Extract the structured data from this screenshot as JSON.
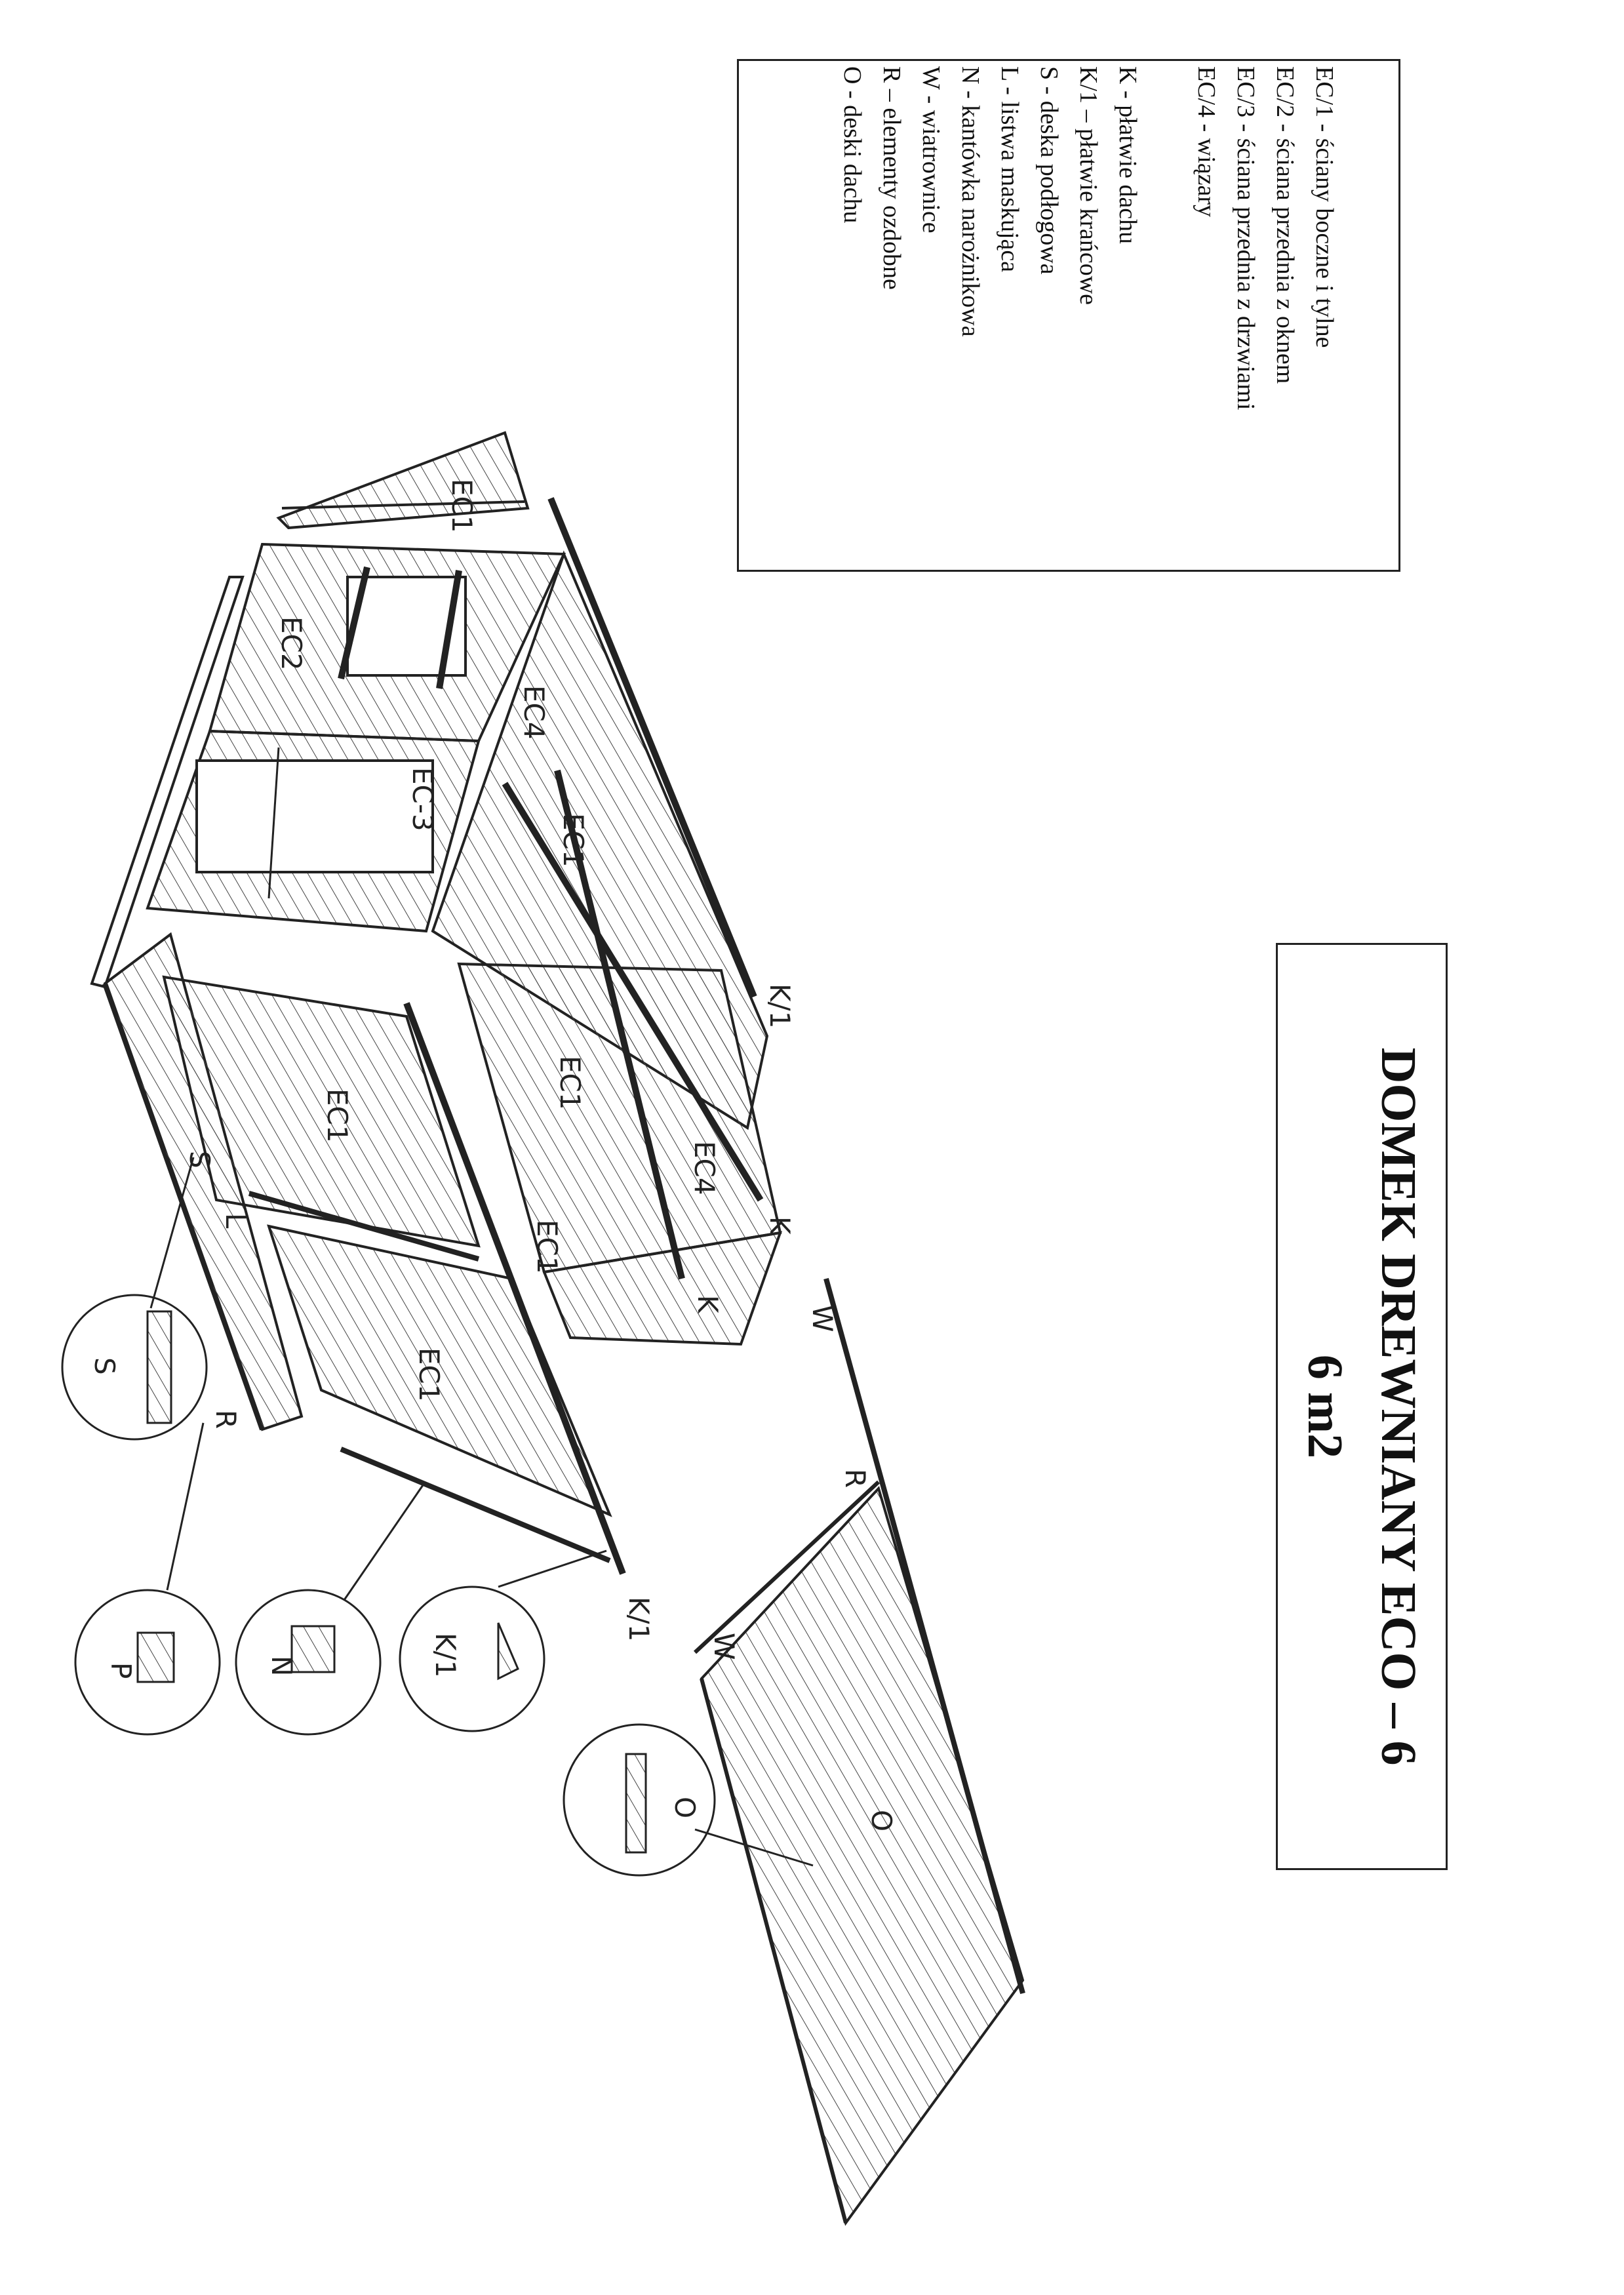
{
  "legend": {
    "walls": [
      "EC/1 - ściany boczne i tylne",
      "EC/2 - ściana przednia z oknem",
      "EC/3 - ściana przednia z drzwiami",
      "EC/4 - wiązary"
    ],
    "parts": [
      "K - płatwie dachu",
      "K/1 – płatwie krańcowe",
      "S - deska podłogowa",
      "L - listwa maskująca",
      "N - kantówka narożnikowa",
      "W - wiatrownice",
      "R – elementy ozdobne",
      "O - deski dachu"
    ]
  },
  "title": {
    "line1": "DOMEK DREWNIANY   ECO – 6",
    "line2": "6 m2"
  },
  "drawing_labels": {
    "ec1": "EC1",
    "ec2": "EC2",
    "ec3": "EC-3",
    "ec4": "EC4",
    "k": "K",
    "k1": "K/1",
    "s": "S",
    "l": "L",
    "n": "N",
    "p": "P",
    "r": "R",
    "w": "W",
    "o": "O"
  }
}
